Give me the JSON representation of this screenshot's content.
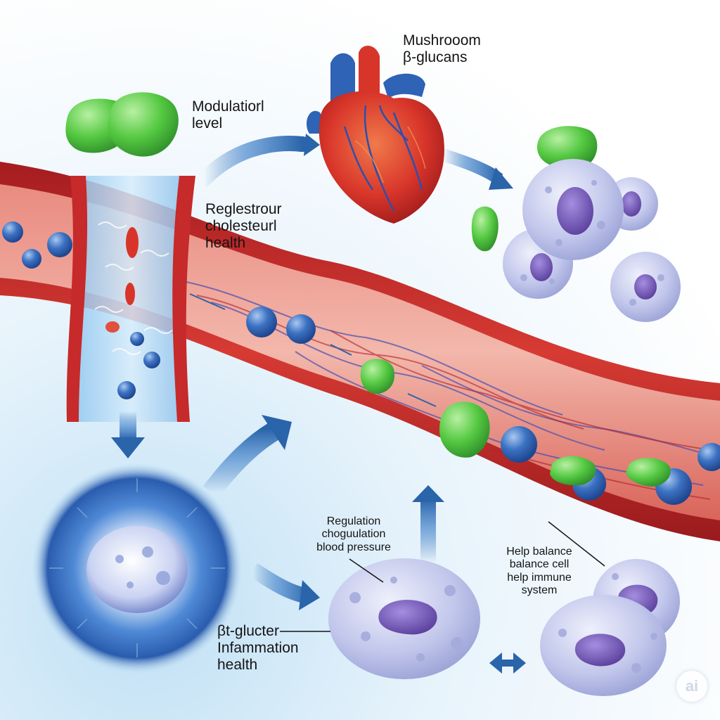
{
  "labels": {
    "mushroom": [
      "Mushrooom",
      "β-glucans"
    ],
    "modulation": [
      "Modulatiorl",
      "level"
    ],
    "cholesterol": [
      "Reglestrour",
      "cholesteurl",
      "health"
    ],
    "regulation": [
      "Regulation",
      "choguulation",
      "blood pressure"
    ],
    "immune": [
      "Help balance",
      "balance cell",
      "help immune",
      "system"
    ],
    "inflammation": [
      "βt-glucter",
      "Infammation",
      "health"
    ]
  },
  "watermark": "ai",
  "colors": {
    "vessel_red": "#c62a2a",
    "vessel_inner": "#e56b63",
    "arrow_blue": "#2f6fb3",
    "green_cell": "#5ccf4a",
    "immune_cell": "#b9bfe6",
    "nucleus": "#7c5fb8",
    "rbc_blue": "#2f66b8"
  },
  "icons": [
    "heart-icon",
    "vessel",
    "immune-cell",
    "green-glucan-particle",
    "blue-blood-cell",
    "flow-arrow"
  ]
}
